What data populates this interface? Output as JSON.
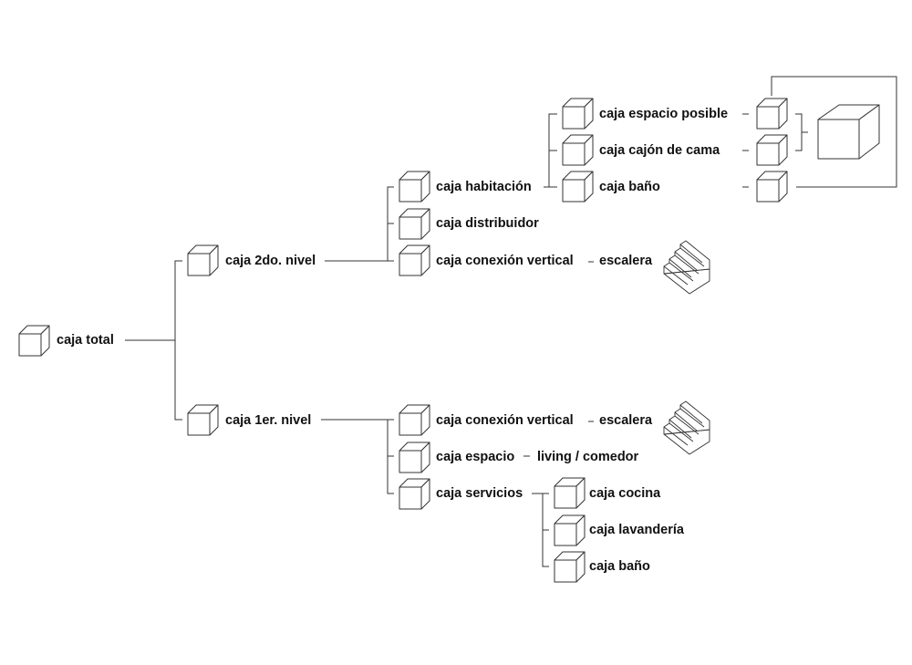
{
  "colors": {
    "background": "#ffffff",
    "stroke": "#333333",
    "text": "#111111"
  },
  "icons": {
    "node": "box-icon",
    "stair": "staircase-icon",
    "composed": "large-box-icon"
  },
  "root": {
    "label": "caja total"
  },
  "level2": {
    "label": "caja 2do. nivel",
    "habitacion": {
      "label": "caja habitación"
    },
    "distribuidor": {
      "label": "caja distribuidor"
    },
    "conexion": {
      "label": "caja conexión vertical",
      "target": "escalera"
    },
    "room": {
      "espacio": {
        "label": "caja espacio posible"
      },
      "cajon": {
        "label": "caja cajón de cama"
      },
      "bano": {
        "label": "caja baño"
      }
    }
  },
  "level1": {
    "label": "caja 1er. nivel",
    "conexion": {
      "label": "caja conexión vertical",
      "target": "escalera"
    },
    "espacio": {
      "label": "caja espacio",
      "target": "living / comedor"
    },
    "servicios": {
      "label": "caja servicios"
    },
    "services": {
      "cocina": {
        "label": "caja cocina"
      },
      "lavanderia": {
        "label": "caja lavandería"
      },
      "bano": {
        "label": "caja baño"
      }
    }
  }
}
